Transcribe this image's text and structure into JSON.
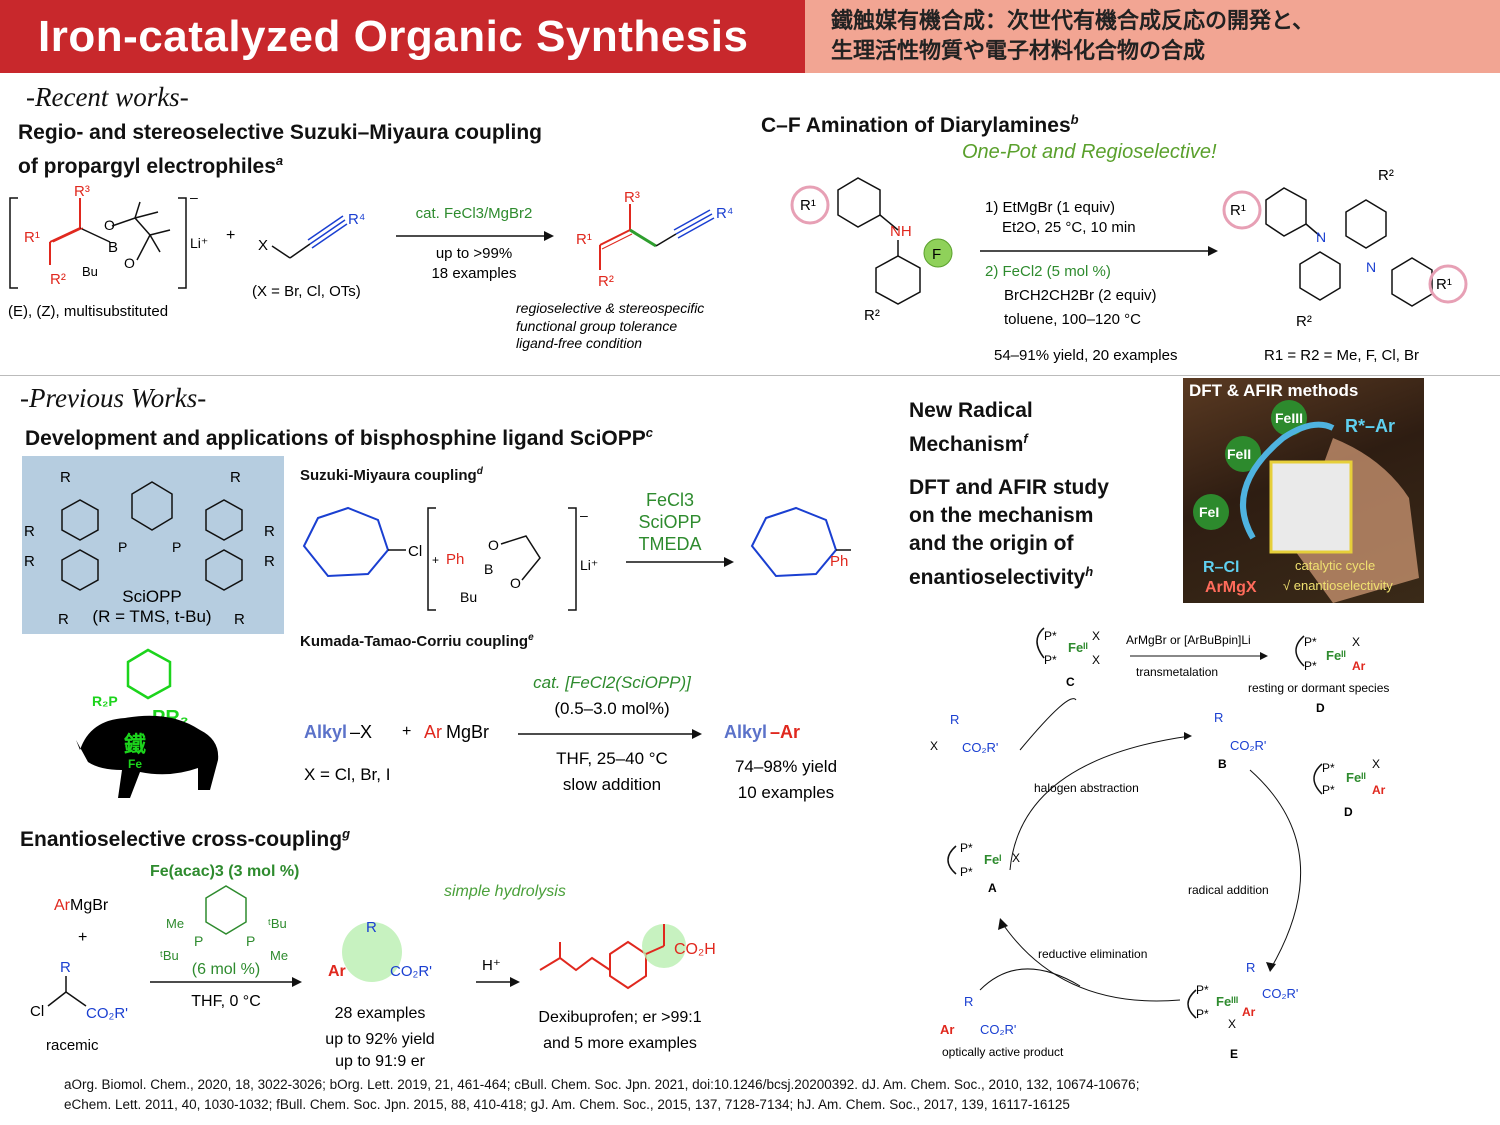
{
  "header": {
    "title": "Iron-catalyzed Organic Synthesis",
    "subtitle_line1": "鐵触媒有機合成：次世代有機合成反応の開発と、",
    "subtitle_line2": "生理活性物質や電子材料化合物の合成"
  },
  "recent": {
    "label": "-Recent works-",
    "suzuki": {
      "heading_line1": "Regio- and stereoselective Suzuki–Miyaura coupling",
      "heading_line2": "of propargyl electrophiles",
      "ref": "a",
      "borate_caption": "(E), (Z), multisubstituted",
      "x_caption": "(X = Br, Cl, OTs)",
      "cond_top": "cat. FeCl3/MgBr2",
      "cond_mid": "up to >99%",
      "cond_bot": "18 examples",
      "notes": [
        "regioselective & stereospecific",
        "functional group tolerance",
        "ligand-free condition"
      ]
    },
    "amination": {
      "heading": "C–F Amination of Diarylamines",
      "ref": "b",
      "tagline": "One-Pot and Regioselective!",
      "step1a": "1) EtMgBr (1 equiv)",
      "step1b": "Et2O, 25 °C, 10 min",
      "step2a": "2) FeCl2 (5 mol %)",
      "step2b": "BrCH2CH2Br (2 equiv)",
      "step2c": "toluene, 100–120 °C",
      "yield": "54–91% yield, 20 examples",
      "scope": "R1 = R2 = Me, F, Cl, Br"
    }
  },
  "previous": {
    "label": "-Previous Works-",
    "sciopp": {
      "heading": "Development and applications of bisphosphine ligand SciOPP",
      "ref": "c",
      "name": "SciOPP",
      "r_def": "(R = TMS, t-Bu)"
    },
    "suzuki2": {
      "heading": "Suzuki-Miyaura coupling",
      "ref": "d",
      "cond1": "FeCl3",
      "cond2": "SciOPP",
      "cond3": "TMEDA"
    },
    "kumada": {
      "heading": "Kumada-Tamao-Corriu coupling",
      "ref": "e",
      "cat": "cat. [FeCl2(SciOPP)]",
      "loading": "(0.5–3.0 mol%)",
      "solvent": "THF, 25–40 °C",
      "addition": "slow addition",
      "x_def": "X = Cl, Br, I",
      "yield": "74–98% yield",
      "examples": "10 examples"
    },
    "enantio": {
      "heading": "Enantioselective cross-coupling",
      "ref": "g",
      "catalyst": "Fe(acac)3 (3 mol %)",
      "ligand_load": "(6 mol %)",
      "cond": "THF, 0 °C",
      "hydrolysis": "simple hydrolysis",
      "racemic": "racemic",
      "res1": "28 examples",
      "res2": "up to 92% yield",
      "res3": "up to 91:9 er",
      "prod1": "Dexibuprofen; er >99:1",
      "prod2": "and 5 more examples"
    },
    "radical": {
      "heading_line1": "New Radical",
      "heading_line2": "Mechanism",
      "ref_f": "f",
      "dft_line1": "DFT and AFIR study",
      "dft_line2": "on the mechanism",
      "dft_line3": "and the origin of",
      "dft_line4": "enantioselectivity",
      "ref_h": "h",
      "photo": {
        "title": "DFT & AFIR methods",
        "fe3": "FeIII",
        "fe2": "FeII",
        "fe1": "FeI",
        "prod": "R*–Ar",
        "rcl": "R–Cl",
        "armgx": "ArMgX",
        "cyc": "catalytic cycle",
        "enant": "√ enantioselectivity"
      },
      "cycle": {
        "transmetalation": "transmetalation",
        "reagent": "ArMgBr or [ArBuBpin]Li",
        "resting": "resting or dormant species",
        "halogen": "halogen abstraction",
        "radical_add": "radical addition",
        "reductive": "reductive elimination",
        "product": "optically active product",
        "labels": [
          "A",
          "B",
          "C",
          "D",
          "D",
          "E"
        ]
      }
    }
  },
  "references": {
    "line1": "aOrg. Biomol. Chem., 2020, 18, 3022-3026; bOrg. Lett. 2019, 21, 461-464; cBull. Chem. Soc. Jpn. 2021, doi:10.1246/bcsj.20200392. dJ. Am. Chem. Soc., 2010, 132, 10674-10676;",
    "line2": "eChem. Lett. 2011, 40, 1030-1032; fBull. Chem. Soc. Jpn. 2015, 88, 410-418; gJ. Am. Chem. Soc., 2015, 137, 7128-7134; hJ. Am. Chem. Soc., 2017, 139, 16117-16125"
  }
}
